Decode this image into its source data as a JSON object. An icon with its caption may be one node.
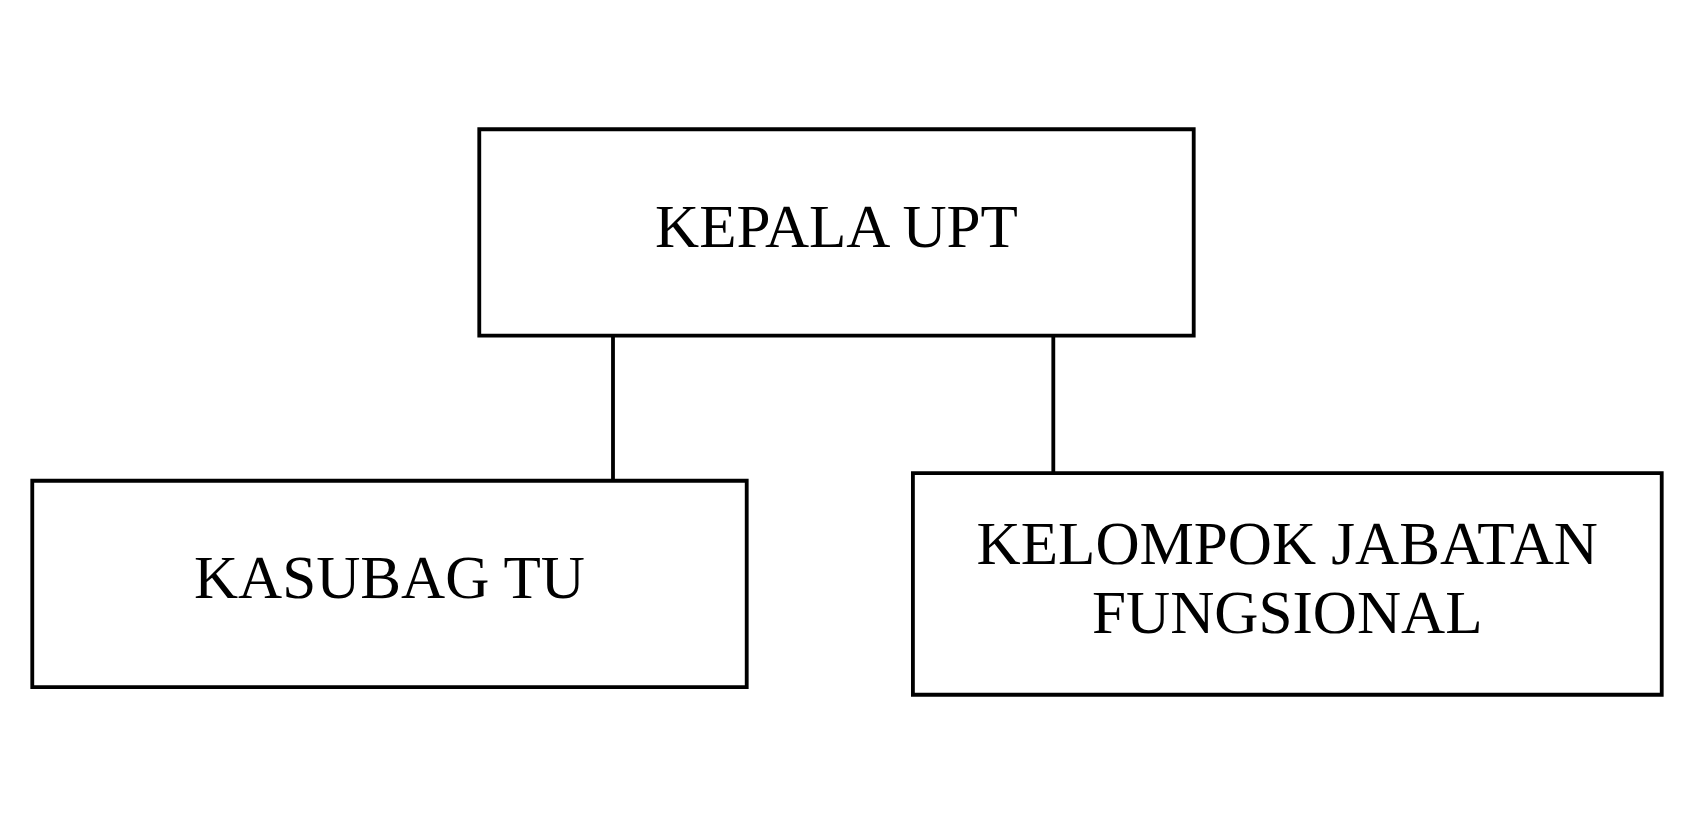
{
  "diagram": {
    "nodes": [
      {
        "text": [
          "KEPALA UPT"
        ]
      },
      {
        "text": [
          "KASUBAG TU"
        ]
      },
      {
        "text": [
          "KELOMPOK JABATAN FUNGSIONAL"
        ]
      }
    ],
    "edges": [
      {
        "from": 0,
        "to": 1,
        "arrow": "none"
      },
      {
        "from": 0,
        "to": 2,
        "arrow": "none"
      }
    ]
  }
}
